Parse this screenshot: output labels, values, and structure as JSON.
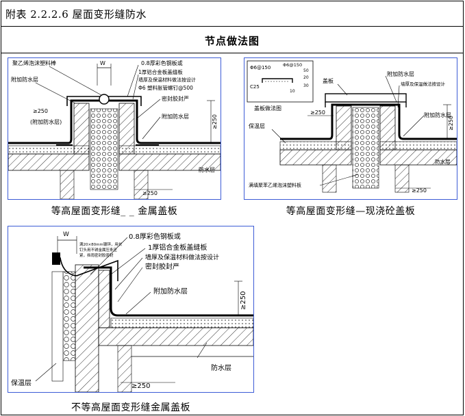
{
  "page_title": "附表 2.2.2.6 屋面变形缝防水",
  "section_header": "节点做法图",
  "figures": [
    {
      "caption": "等高屋面变形缝_ _ 金属盖板",
      "labels": {
        "w": "W",
        "foam_rod": "聚乙烯泡沫塑料棒",
        "extra_layer_top": "附加防水层",
        "steel_plate": "0.8厚彩色钢板或",
        "alu_plate": "1厚铝合金板盖缝板",
        "wall_insulation": "墙厚及保温材料做法按设计",
        "screw": "Φ6 塑料胀管螺钉@500",
        "sealant": "密封胶封严",
        "extra_layer_right": "附加防水层",
        "dim_left": "≥250",
        "extra_layer_left": "(附加防水层)",
        "dim_right": "≥250",
        "waterproof": "防水层",
        "dim_bottom": "≥250"
      }
    },
    {
      "caption": "等高屋面变形缝—现浇砼盖板",
      "labels": {
        "rebar1": "Φ6@150",
        "rebar2": "Φ6@150",
        "c25": "C25",
        "d50": "50",
        "d20": "20",
        "d30": "30",
        "d10": "10",
        "cover_detail": "盖板做法图",
        "cover": "盖板",
        "extra_layer_top": "附加防水层",
        "wall_insulation": "墙厚及保温做法按设计",
        "dim_left": "≥250",
        "insulation": "保温层",
        "extra_layer_right": "附加防水层",
        "dim_right": "≥250",
        "waterproof": "防水层",
        "fill": "满填聚苯乙烯泡沫塑料板",
        "dim_bottom": "≥250"
      }
    },
    {
      "caption": "不等高屋面变形缝金属盖板",
      "labels": {
        "w": "W",
        "note1": "满20×80mm镀锌，用长",
        "note2": "钉头用不锈金属压条压",
        "note3": "紧，挡雨密封胶密封",
        "steel_plate": "0.8厚彩色钢板或",
        "alu_plate": "1厚铝合金板盖缝板",
        "wall_insulation": "墙厚及保温材料做法按设计",
        "sealant": "密封胶封严",
        "extra_layer": "附加防水层",
        "dim_right": "≥250",
        "waterproof": "防水层",
        "insulation": "保温层",
        "dim_bottom": "≥250"
      }
    }
  ],
  "colors": {
    "frame": "#3b5bd6",
    "line": "#000000"
  }
}
